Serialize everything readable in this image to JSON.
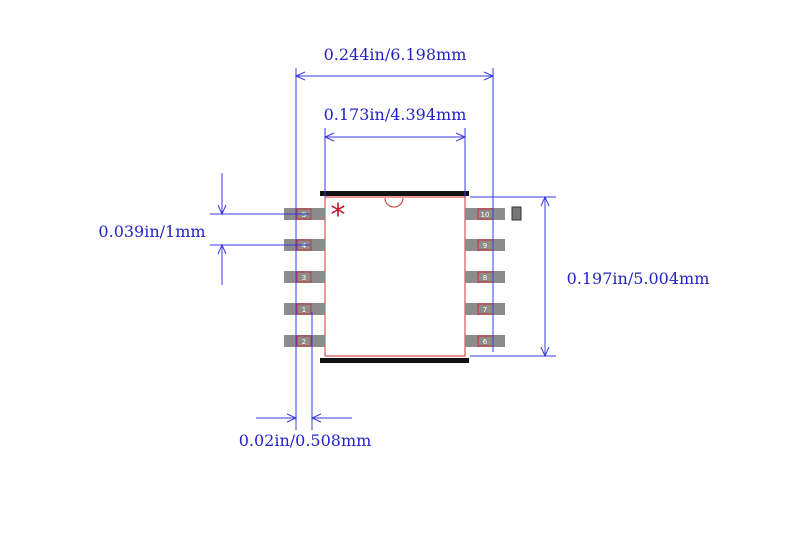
{
  "dimensions": {
    "overall_width": "0.244in/6.198mm",
    "body_width": "0.173in/4.394mm",
    "pin_pitch": "0.039in/1mm",
    "body_height": "0.197in/5.004mm",
    "pad_width": "0.02in/0.508mm"
  },
  "pins": {
    "left": [
      "5",
      "4",
      "3",
      "1",
      "2"
    ],
    "right": [
      "10",
      "9",
      "8",
      "7",
      "6"
    ]
  },
  "colors": {
    "dimension": "#3a3ae0",
    "outline": "#d03030",
    "pad": "#8c8c8c",
    "marker": "#cc1133",
    "bar": "#111111"
  },
  "pin1_marker_icon": "asterisk-icon"
}
